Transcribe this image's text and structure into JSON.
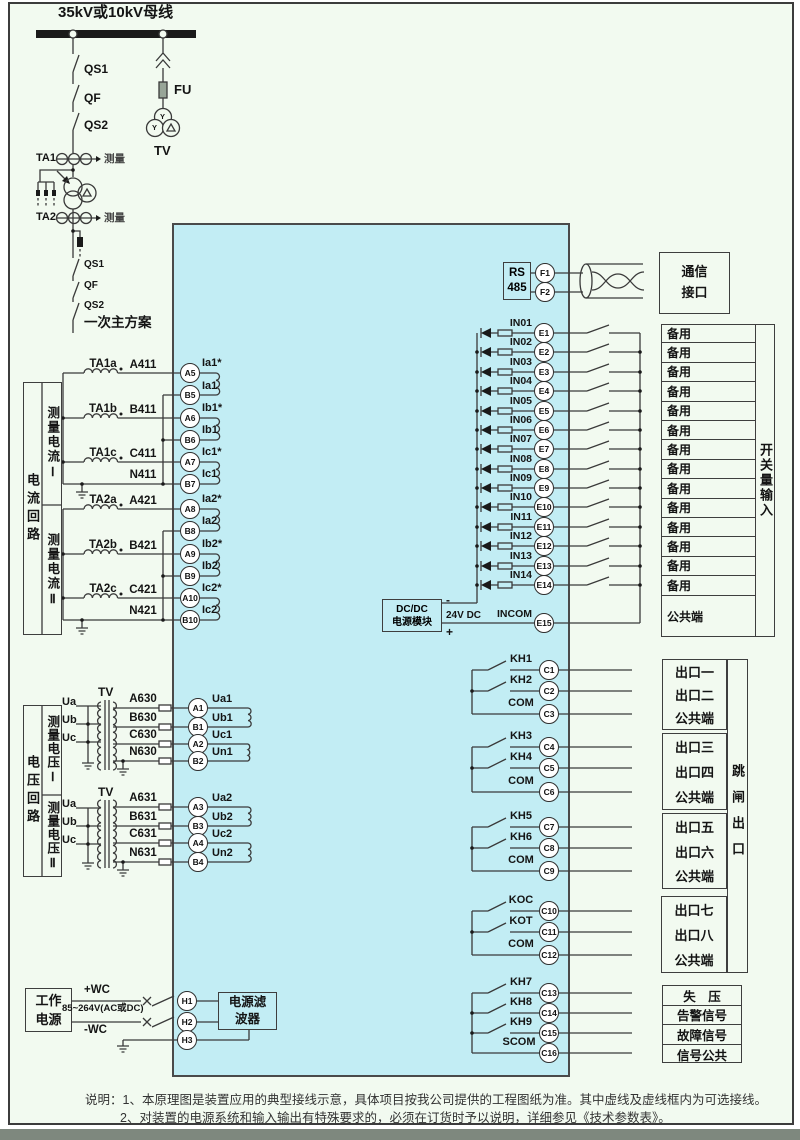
{
  "busbar": "35kV或10kV母线",
  "primary": {
    "qs1": "QS1",
    "qf": "QF",
    "qs2": "QS2",
    "ta1": "TA1",
    "ta2": "TA2",
    "measure1": "测量",
    "measure2": "测量",
    "qs1b": "QS1",
    "qfb": "QF",
    "qs2b": "QS2",
    "fu": "FU",
    "tv": "TV",
    "tvY1": "Y",
    "tvY2": "Y",
    "scheme": "一次主方案"
  },
  "current": {
    "loop": "电流回路",
    "m1": "测量电流Ⅰ",
    "m2": "测量电流Ⅱ",
    "tas": [
      "TA1a",
      "TA1b",
      "TA1c",
      "TA2a",
      "TA2b",
      "TA2c"
    ],
    "wires": [
      "A411",
      "B411",
      "C411",
      "N411",
      "A421",
      "B421",
      "C421",
      "N421"
    ],
    "terms": [
      "A5",
      "B5",
      "A6",
      "B6",
      "A7",
      "B7",
      "A8",
      "B8",
      "A9",
      "B9",
      "A10",
      "B10"
    ],
    "sigs": [
      "Ia1*",
      "Ia1",
      "Ib1*",
      "Ib1",
      "Ic1*",
      "Ic1",
      "Ia2*",
      "Ia2",
      "Ib2*",
      "Ib2",
      "Ic2*",
      "Ic2"
    ]
  },
  "voltage": {
    "loop": "电压回路",
    "m1": "测量电压Ⅰ",
    "m2": "测量电压Ⅱ",
    "tv1": "TV",
    "tv2": "TV",
    "phases": [
      "Ua",
      "Ub",
      "Uc"
    ],
    "wires": [
      "A630",
      "B630",
      "C630",
      "N630",
      "A631",
      "B631",
      "C631",
      "N631"
    ],
    "terms": [
      "A1",
      "B1",
      "A2",
      "B2",
      "A3",
      "B3",
      "A4",
      "B4"
    ],
    "sigs": [
      "Ua1",
      "Ub1",
      "Uc1",
      "Un1",
      "Ua2",
      "Ub2",
      "Uc2",
      "Un2"
    ]
  },
  "power": {
    "source": "工作电源",
    "filter": "电源滤波器",
    "pos": "+WC",
    "neg": "-WC",
    "range": "85~264V(AC或DC)",
    "terms": [
      "H1",
      "H2",
      "H3"
    ]
  },
  "comm": {
    "rs1": "RS",
    "rs2": "485",
    "f1": "F1",
    "f2": "F2",
    "port": "通信接口"
  },
  "din": {
    "ins": [
      "IN01",
      "IN02",
      "IN03",
      "IN04",
      "IN05",
      "IN06",
      "IN07",
      "IN08",
      "IN09",
      "IN10",
      "IN11",
      "IN12",
      "IN13",
      "IN14"
    ],
    "incom": "INCOM",
    "terms": [
      "E1",
      "E2",
      "E3",
      "E4",
      "E5",
      "E6",
      "E7",
      "E8",
      "E9",
      "E10",
      "E11",
      "E12",
      "E13",
      "E14",
      "E15"
    ],
    "dcdc1": "DC/DC",
    "dcdc2": "电源模块",
    "volt": "24V DC",
    "minus": "-",
    "plus": "+",
    "spare": "备用",
    "common": "公共端",
    "side": "开关量输入"
  },
  "dout": {
    "groups": [
      {
        "a": "KH1",
        "b": "KH2",
        "c": "COM"
      },
      {
        "a": "KH3",
        "b": "KH4",
        "c": "COM"
      },
      {
        "a": "KH5",
        "b": "KH6",
        "c": "COM"
      },
      {
        "a": "KOC",
        "b": "KOT",
        "c": "COM"
      }
    ],
    "g5": [
      "KH7",
      "KH8",
      "KH9",
      "SCOM"
    ],
    "cterms": [
      "C1",
      "C2",
      "C3",
      "C4",
      "C5",
      "C6",
      "C7",
      "C8",
      "C9",
      "C10",
      "C11",
      "C12",
      "C13",
      "C14",
      "C15",
      "C16"
    ],
    "tables": [
      [
        "出口一",
        "出口二",
        "公共端"
      ],
      [
        "出口三",
        "出口四",
        "公共端"
      ],
      [
        "出口五",
        "出口六",
        "公共端"
      ],
      [
        "出口七",
        "出口八",
        "公共端"
      ]
    ],
    "trip": "跳闸出口",
    "signals": [
      "失　压",
      "告警信号",
      "故障信号",
      "信号公共"
    ]
  },
  "notes": [
    "说明：1、本原理图是装置应用的典型接线示意，具体项目按我公司提供的工程图纸为准。其中虚线及虚线框内为可选接线。",
    "2、对装置的电源系统和输入输出有特殊要求的，必须在订货时予以说明，详细参见《技术参数表》。"
  ]
}
